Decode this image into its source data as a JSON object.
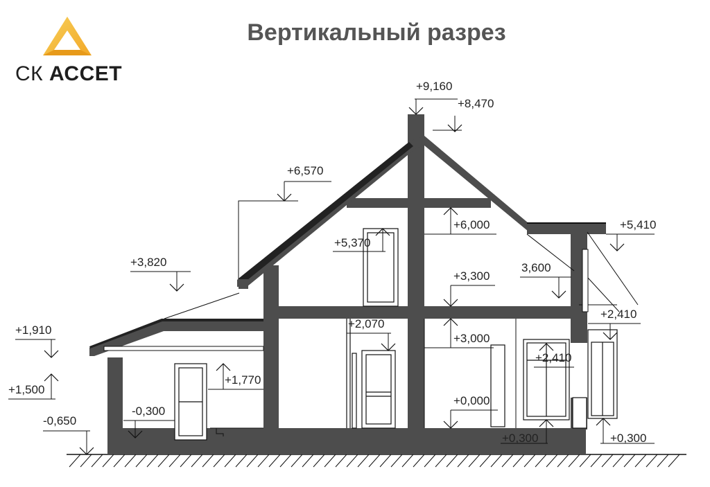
{
  "page": {
    "title": "Вертикальный разрез"
  },
  "logo": {
    "prefix": "СК",
    "name": "АССЕТ",
    "colors": [
      "#f2b431",
      "#f7cf5a"
    ]
  },
  "colors": {
    "structure": "#4d4d4d",
    "lines": "#111111",
    "title": "#555555"
  },
  "levels": {
    "ridge_top": "+9,160",
    "ridge": "+8,470",
    "left_roof_eave": "+6,570",
    "attic_floor": "+6,000",
    "right_eave": "+5,410",
    "attic_window": "+5,370",
    "porch_roof": "+3,820",
    "right_floor_mark": "3,600",
    "second_floor": "+3,300",
    "first_ceiling": "+3,000",
    "right_window_top": "+2,410",
    "window_top": "+2,410",
    "door_top": "+2,070",
    "porch_eave": "+1,910",
    "porch_door_top": "+1,770",
    "porch_sill": "+1,500",
    "first_floor": "+0,000",
    "porch_floor": "-0,300",
    "ground": "-0,650",
    "sill_left": "+0,300",
    "sill_right": "+0,300"
  }
}
